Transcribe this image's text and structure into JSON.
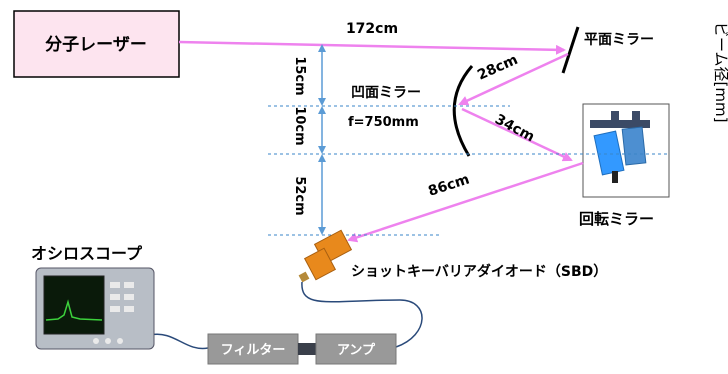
{
  "labels": {
    "laser": "分子レーザー",
    "flat_mirror": "平面ミラー",
    "concave_mirror": "凹面ミラー",
    "focal_length": "f=750mm",
    "rotating_mirror": "回転ミラー",
    "oscilloscope": "オシロスコープ",
    "diode": "ショットキーバリアダイオード（SBD）",
    "filter": "フィルター",
    "amp": "アンプ",
    "beam_diameter_axis": "ビーム径[mm]"
  },
  "distances": {
    "laser_to_flat": "172cm",
    "flat_to_concave": "28cm",
    "concave_to_rotating": "34cm",
    "rotating_to_diode": "86cm",
    "gap_15": "15cm",
    "gap_10": "10cm",
    "gap_52": "52cm"
  },
  "colors": {
    "beam": "#ee82ee",
    "laser_box_fill": "#fde4ef",
    "guide_line": "#3a86c8",
    "arrow": "#5b9bd5",
    "device_gray": "#888888",
    "diode_orange": "#e8891c",
    "rotor_blue": "#3399ff"
  }
}
